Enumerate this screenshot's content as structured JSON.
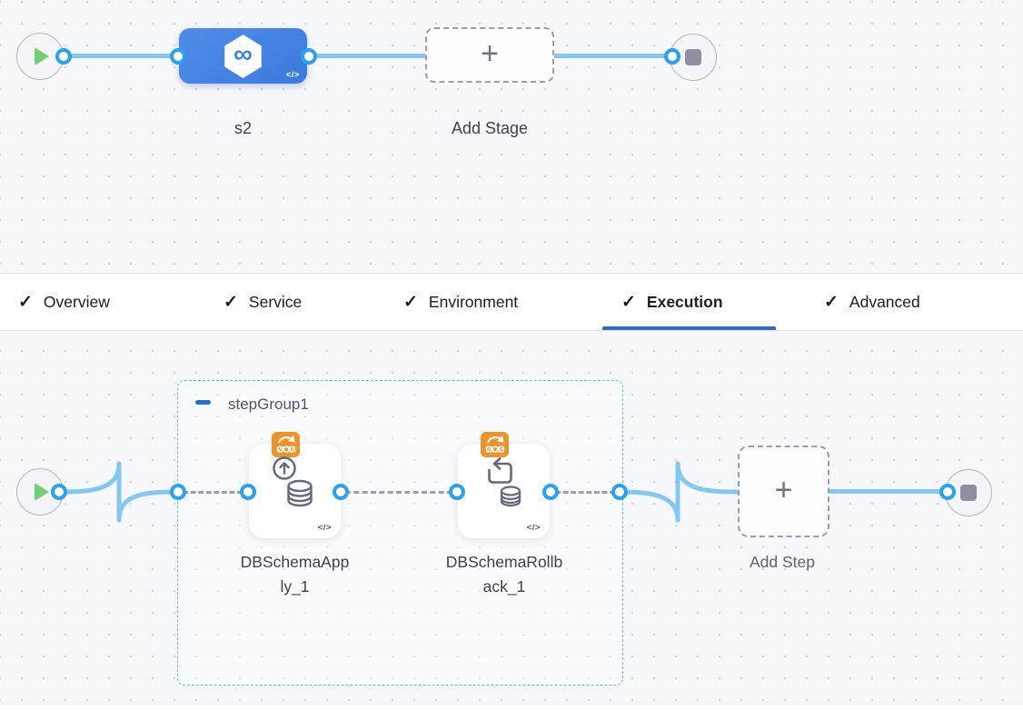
{
  "colors": {
    "canvas-bg": "#f7f8fb",
    "dot": "#d9dbe3",
    "connector": "#85c7f1",
    "port-border": "#2fa0ea",
    "node-blue-a": "#4e8ee9",
    "node-blue-b": "#3c79dd",
    "play-green": "#74cf74",
    "stop-gray": "#8e90a2",
    "badge-orange": "#ea9430",
    "tab-underline": "#3169c7",
    "group-border": "#58c1e2",
    "dash-gray": "#9aa0af",
    "icon-slate": "#636a7d",
    "text-dark": "#1b1c26",
    "text-label": "#3f4150",
    "text-muted": "#5c5f6e",
    "collapse-blue": "#2f6cc9",
    "infinity-blue": "#3f7ee2",
    "endpoint-fill": "#f4f4f9",
    "endpoint-border": "#b4b5c8",
    "add-border": "#9b9dac",
    "card-bg": "#ffffff",
    "tabbar-border": "#e4e5eb"
  },
  "icons": {
    "check": "✓",
    "plus": "+",
    "code": "</>",
    "infinity": "∞"
  },
  "stage_canvas": {
    "stage": {
      "label": "s2"
    },
    "add_stage": {
      "label": "Add Stage"
    }
  },
  "tabs": {
    "items": [
      {
        "label": "Overview"
      },
      {
        "label": "Service"
      },
      {
        "label": "Environment"
      },
      {
        "label": "Execution"
      },
      {
        "label": "Advanced"
      }
    ],
    "active": "Execution"
  },
  "execution_canvas": {
    "step_group": {
      "label": "stepGroup1"
    },
    "steps": [
      {
        "label": "DBSchemaApply_1"
      },
      {
        "label": "DBSchemaRollback_1"
      }
    ],
    "add_step": {
      "label": "Add Step"
    }
  }
}
